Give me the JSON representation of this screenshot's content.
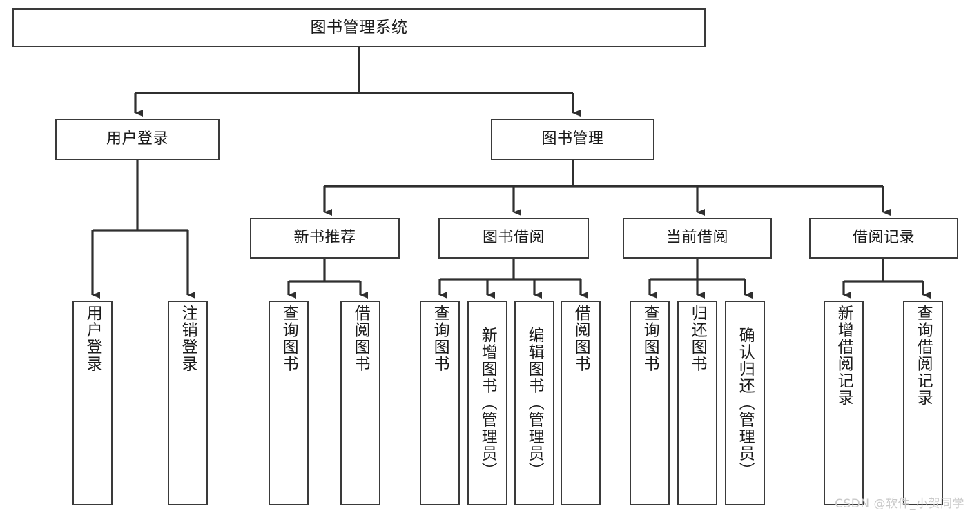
{
  "diagram": {
    "title": "图书管理系统",
    "type": "tree-hierarchy-chart",
    "orientation": "top-down",
    "colors": {
      "box_border": "#3a3a3a",
      "box_fill": "#ffffff",
      "connector": "#2f2f2f",
      "text": "#1b1b1b",
      "watermark": "#c9c9c9"
    }
  },
  "nodes": {
    "root": {
      "label": "图书管理系统",
      "level": 1
    },
    "level2": [
      {
        "id": "user-login",
        "label": "用户登录"
      },
      {
        "id": "book-management",
        "label": "图书管理"
      }
    ],
    "level3": [
      {
        "id": "new-book-recommend",
        "label": "新书推荐"
      },
      {
        "id": "book-borrow",
        "label": "图书借阅"
      },
      {
        "id": "current-borrow",
        "label": "当前借阅"
      },
      {
        "id": "borrow-record",
        "label": "借阅记录"
      }
    ],
    "leaves": {
      "user-login": [
        {
          "id": "leaf-user-login",
          "label": "用户登录"
        },
        {
          "id": "leaf-logout-login",
          "label": "注销登录"
        }
      ],
      "new-book-recommend": [
        {
          "id": "leaf-query-book-1",
          "label": "查询图书"
        },
        {
          "id": "leaf-borrow-book-1",
          "label": "借阅图书"
        }
      ],
      "book-borrow": [
        {
          "id": "leaf-query-book-2",
          "label": "查询图书"
        },
        {
          "id": "leaf-add-book",
          "label": "新增图书（管理员）"
        },
        {
          "id": "leaf-edit-book",
          "label": "编辑图书（管理员）"
        },
        {
          "id": "leaf-borrow-book-2",
          "label": "借阅图书"
        }
      ],
      "current-borrow": [
        {
          "id": "leaf-query-book-3",
          "label": "查询图书"
        },
        {
          "id": "leaf-return-book",
          "label": "归还图书"
        },
        {
          "id": "leaf-confirm-return",
          "label": "确认归还（管理员）"
        }
      ],
      "borrow-record": [
        {
          "id": "leaf-add-record",
          "label": "新增借阅记录"
        },
        {
          "id": "leaf-query-record",
          "label": "查询借阅记录"
        }
      ]
    }
  },
  "watermark": {
    "text": "CSDN @软件_小贺同学"
  }
}
